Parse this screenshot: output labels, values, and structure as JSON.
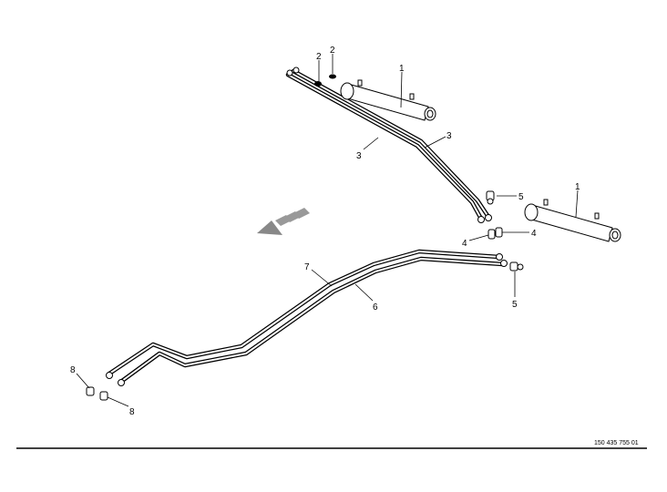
{
  "diagram": {
    "callouts": {
      "cylinder_top": "1",
      "cylinder_right": "1",
      "seal_a": "2",
      "seal_b": "2",
      "pipe_3_lower": "3",
      "pipe_3_upper": "3",
      "fitting_4_right": "4",
      "fitting_4_left": "4",
      "fitting_5_top": "5",
      "fitting_5_bottom": "5",
      "pipe_6": "6",
      "pipe_7": "7",
      "fitting_8_top": "8",
      "fitting_8_bottom": "8"
    },
    "drawing_number": "150 435 755 01"
  }
}
